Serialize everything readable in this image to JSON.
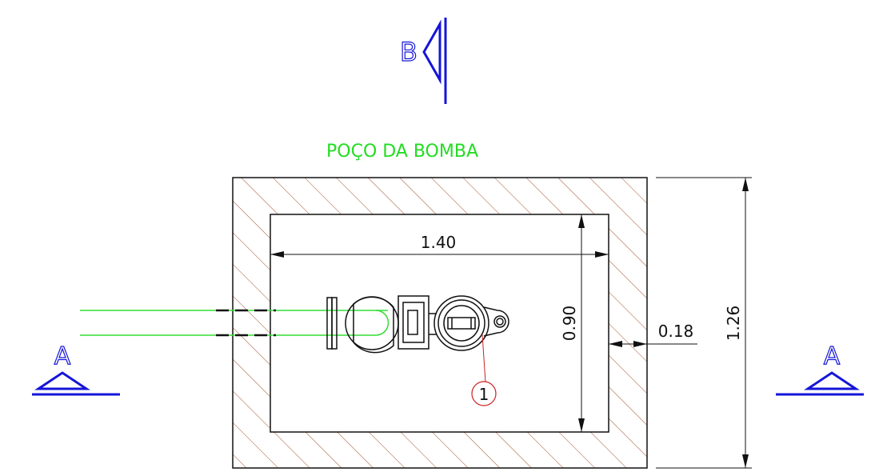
{
  "drawing": {
    "title": "POÇO DA BOMBA",
    "section_b_label": "B",
    "section_a_left_label": "A",
    "section_a_right_label": "A",
    "dims": {
      "inner_width": "1.40",
      "inner_height": "0.90",
      "wall_thickness": "0.18",
      "outer_height": "1.26"
    },
    "callout_number": "1"
  },
  "colors": {
    "title": "#22dd22",
    "pipe": "#33dd33",
    "section_marker": "#1515d8",
    "hatch": "#a0522d",
    "linework": "#111111",
    "callout": "#cc2222"
  }
}
